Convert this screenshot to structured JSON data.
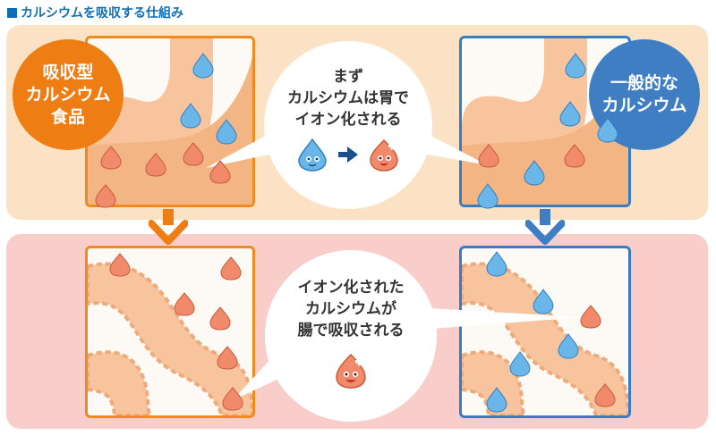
{
  "title": "カルシウムを吸収する仕組み",
  "colors": {
    "title": "#0d6fb8",
    "top_band": "#fbe2c4",
    "bottom_band": "#f9ceca",
    "absorbable": "#ee7d14",
    "general": "#3f7ec3",
    "organ": "#f7c49d",
    "ion_calcium": "#f08a6a",
    "water_calcium": "#6bb6e8"
  },
  "left_label": [
    "吸収型",
    "カルシウム",
    "食品"
  ],
  "right_label": [
    "一般的な",
    "カルシウム"
  ],
  "stomach_bubble": [
    "まず",
    "カルシウムは胃で",
    "イオン化される"
  ],
  "intestine_bubble": [
    "イオン化された",
    "カルシウムが",
    "腸で吸収される"
  ],
  "icons": {
    "square": "square-icon",
    "down_arrow": "down-arrow-icon",
    "right_arrow": "right-arrow-icon",
    "calcium_drop": "calcium-drop-icon",
    "calcium_ion": "calcium-ion-icon",
    "stomach": "stomach-icon",
    "intestine": "intestine-icon"
  }
}
